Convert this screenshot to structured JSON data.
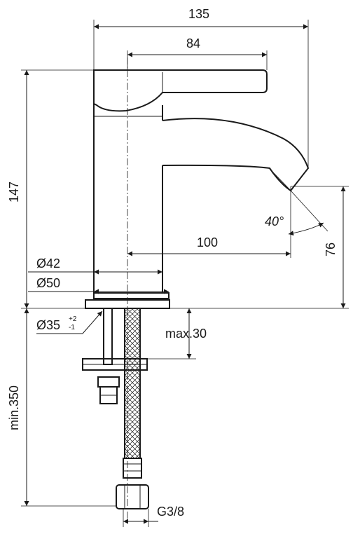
{
  "dimensions": {
    "width_total": "135",
    "lever_length": "84",
    "height_total": "147",
    "spout_reach": "100",
    "spout_height": "76",
    "spout_angle": "40°",
    "body_diameter": "Ø42",
    "base_diameter": "Ø50",
    "hole_diameter": "Ø35",
    "hole_tol_upper": "+2",
    "hole_tol_lower": "-1",
    "max_deck_thickness": "max.30",
    "hose_length": "min.350",
    "connection_thread": "G3/8"
  }
}
